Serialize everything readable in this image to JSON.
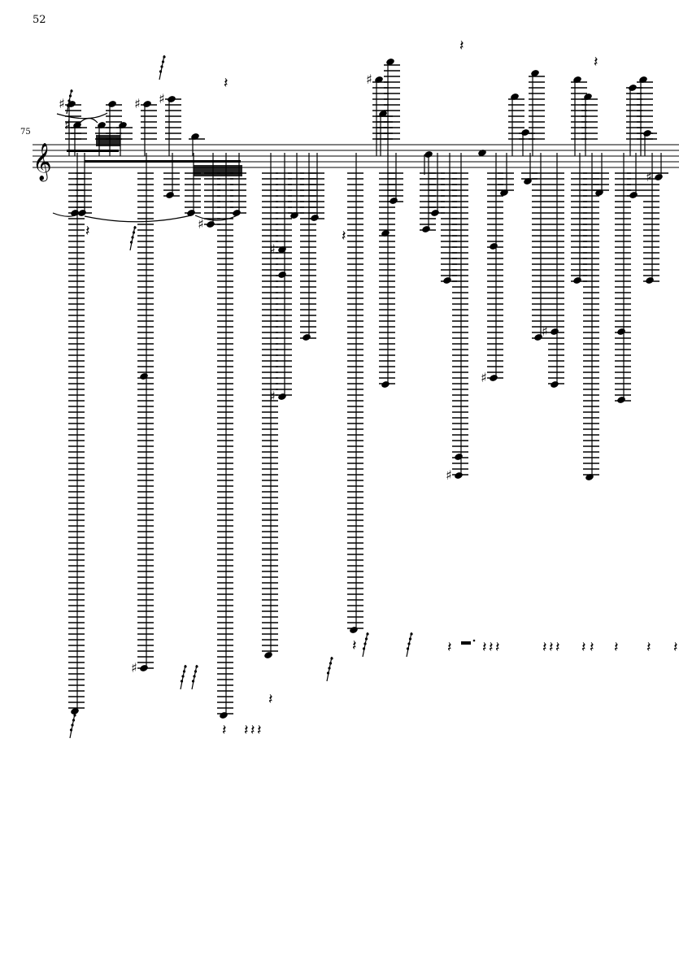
{
  "page": {
    "number": "52"
  },
  "system": {
    "measure_number": "75",
    "clef": "treble-clef"
  },
  "colors": {
    "ink": "#000000",
    "paper": "#ffffff"
  }
}
